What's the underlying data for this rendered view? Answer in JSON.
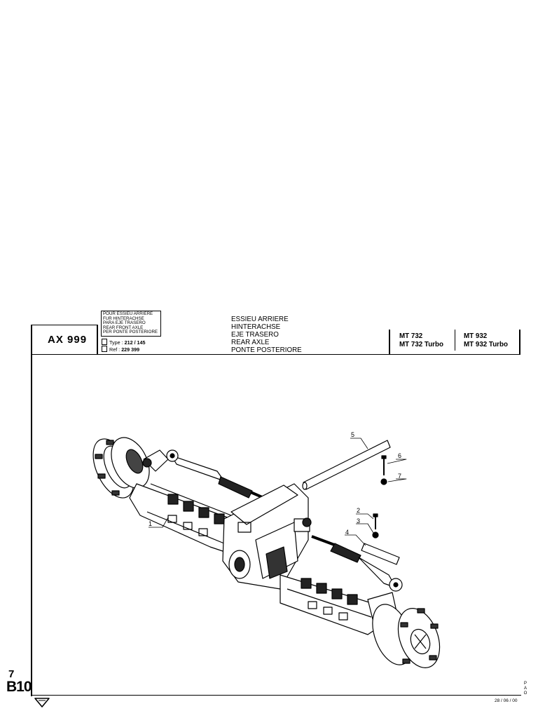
{
  "header": {
    "code": "AX 999",
    "applicability": [
      "POUR ESSIEU ARRIERE",
      "FUR HINTERACHSE",
      "PARA EJE TRASERO",
      "REAR FRONT AXLE",
      "PER PONTE POSTERIORE"
    ],
    "type_label": "Type :",
    "type_value": "212 / 145",
    "ref_label": "Ref :",
    "ref_value": "229 399",
    "titles": [
      "ESSIEU ARRIERE",
      "HINTERACHSE",
      "EJE TRASERO",
      "REAR AXLE",
      "PONTE POSTERIORE"
    ],
    "models_left": [
      "MT 732",
      "MT 732 Turbo"
    ],
    "models_right": [
      "MT 932",
      "MT 932 Turbo"
    ]
  },
  "diagram": {
    "callouts": [
      "1",
      "2",
      "3",
      "4",
      "5",
      "6",
      "7"
    ]
  },
  "footer": {
    "page_number": "7",
    "section": "B10",
    "date": "28 / 06 / 00",
    "pao": [
      "P",
      "A",
      "O"
    ]
  }
}
